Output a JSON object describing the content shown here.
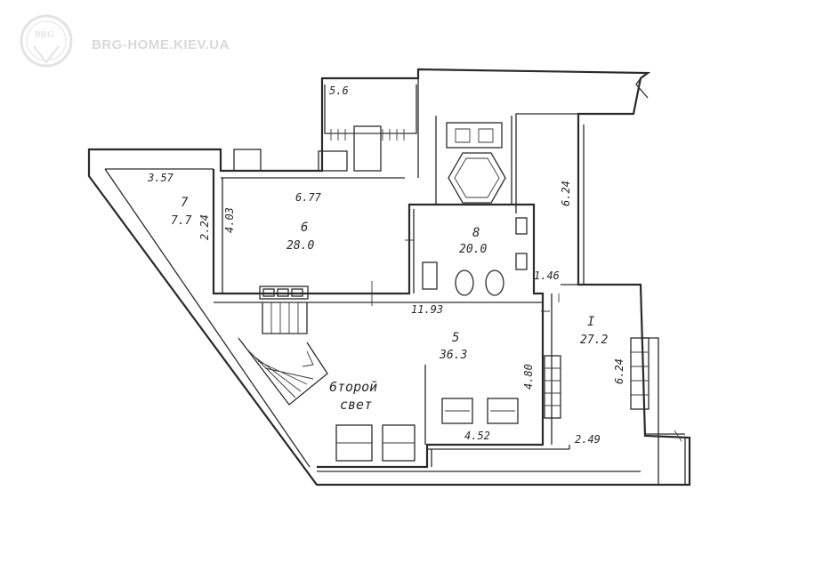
{
  "watermark": {
    "badge": "BRG",
    "site": "BRG-HOME.KIEV.UA"
  },
  "rooms": [
    {
      "number": "7",
      "area": "7.7"
    },
    {
      "number": "6",
      "area": "28.0"
    },
    {
      "number": "8",
      "area": "20.0"
    },
    {
      "number": "5",
      "area": "36.3"
    },
    {
      "number": "I",
      "area": "27.2"
    }
  ],
  "dimensions": {
    "top_stub": "5.6",
    "room7_width": "3.57",
    "room7_height": "2.24",
    "room6_width": "6.77",
    "room6_height": "4.03",
    "right_corridor_top": "6.24",
    "small_gap": "1.46",
    "long_width": "11.93",
    "room5_height": "4.80",
    "right_corridor_bottom": "6.24",
    "room5_bottom": "4.52",
    "corridor_bottom": "2.49"
  },
  "second_light": {
    "line1": "6торой",
    "line2": "свет"
  }
}
